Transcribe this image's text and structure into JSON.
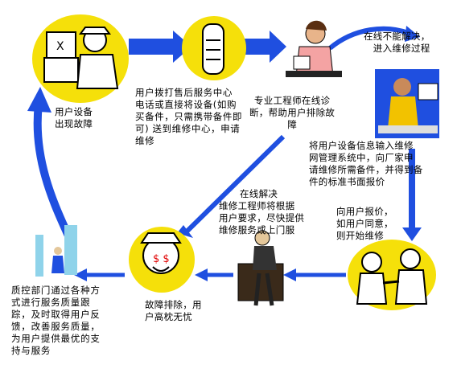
{
  "steps": {
    "fault": "用户设备\n出现故障",
    "call": "用户拨打售后服务中心\n电话或直接将设备(如购\n买备件，只需携带备件即\n可) 送到维修中心，申请\n维修",
    "engineer": "专业工程师在线诊\n断，帮助用户排除故\n障",
    "cannot_solve": "在线不能解决，\n进入维修过程",
    "input": "将用户设备信息输入维修\n网管理系统中，向厂家申\n请维修所需备件，并得到备\n件的标准书面报价",
    "quote": "向用户报价，\n如用户同意，\n则开始维修",
    "online_solve": "在线解决",
    "repair_engineer": "维修工程师将根据\n用户要求，尽快提供\n维修服务或上门服",
    "resolved": "故障排除，用\n户高枕无忧",
    "qc": "质控部门通过各种方\n式进行服务质量跟\n踪，及时取得用户反\n馈，改善服务质量，\n为用户提供最优的支\n持与服务"
  },
  "icons": [
    "computer-user-icon",
    "telephone-icon",
    "phone-operator-icon",
    "technician-at-computer-icon",
    "handshake-icon",
    "repair-technician-icon",
    "happy-user-icon",
    "building-icon"
  ],
  "colors": {
    "arrow_blue": "#1f4fe0",
    "circle_yellow": "#f5e00a"
  }
}
